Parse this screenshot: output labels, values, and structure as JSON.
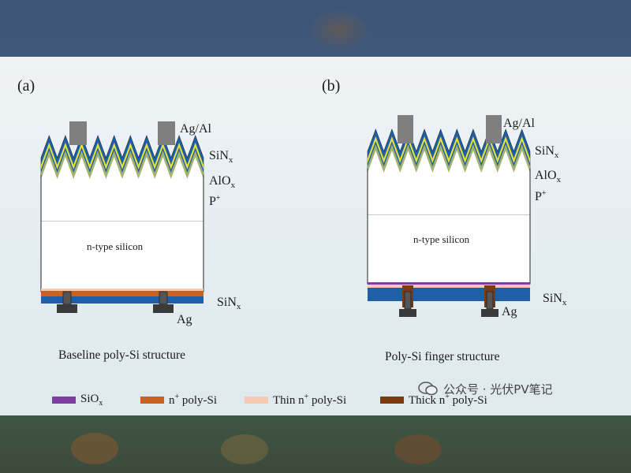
{
  "panel_a": {
    "tag": "(a)",
    "layers": {
      "metal": "Ag/Al",
      "sinx_base": "SiN",
      "sinx_sub": "x",
      "alox_base": "AlO",
      "alox_sub": "x",
      "p_base": "P",
      "p_sup": "+"
    },
    "bulk": "n-type silicon",
    "rear": {
      "sinx_base": "SiN",
      "sinx_sub": "x",
      "ag": "Ag"
    },
    "caption": "Baseline poly-Si structure"
  },
  "panel_b": {
    "tag": "(b)",
    "layers": {
      "metal": "Ag/Al",
      "sinx_base": "SiN",
      "sinx_sub": "x",
      "alox_base": "AlO",
      "alox_sub": "x",
      "p_base": "P",
      "p_sup": "+"
    },
    "bulk": "n-type silicon",
    "rear": {
      "sinx_base": "SiN",
      "sinx_sub": "x",
      "ag": "Ag"
    },
    "caption": "Poly-Si finger structure"
  },
  "legend": [
    {
      "base": "SiO",
      "sub": "x",
      "rest": "",
      "color": "#7a3fa0"
    },
    {
      "base": "n",
      "sup": "+",
      "rest": " poly-Si",
      "color": "#c9621e"
    },
    {
      "base": "Thin n",
      "sup": "+",
      "rest": " poly-Si",
      "color": "#f6c9b0"
    },
    {
      "base": "Thick n",
      "sup": "+",
      "rest": " poly-Si",
      "color": "#7a3a12"
    }
  ],
  "watermark": "公众号 · 光伏PV笔记",
  "colors": {
    "sinx": "#1f5fa8",
    "alox": "#e6e23a",
    "poly_p": "#a3b26e",
    "metal": "#7f7f7f",
    "ag_rear": "#3a3a3a",
    "bulk": "#ffffff"
  }
}
